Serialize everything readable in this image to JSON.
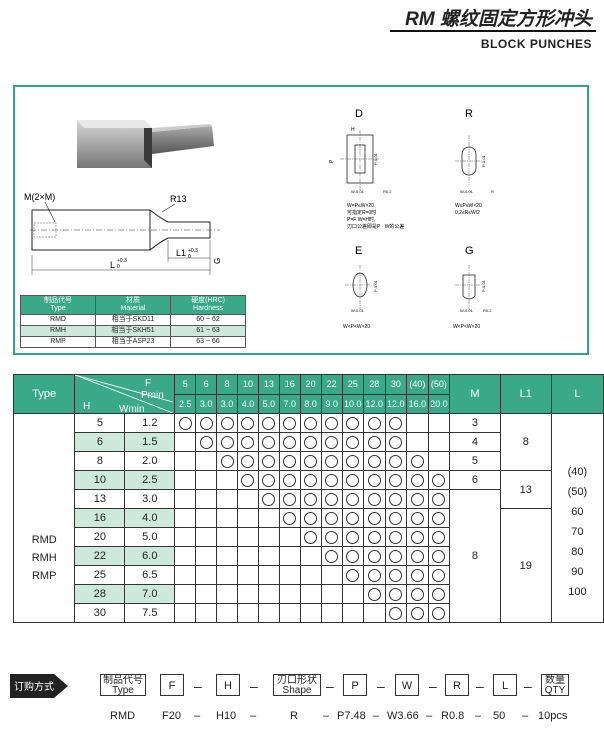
{
  "header": {
    "title": "RM 螺纹固定方形冲头",
    "subtitle": "BLOCK PUNCHES"
  },
  "drawing": {
    "m_label": "M(2×M)",
    "r13": "R13",
    "l1_label": "L1",
    "l1_tol_top": "+0.3",
    "l1_tol_bot": "0",
    "l_label": "L",
    "l_tol_top": "+0.3",
    "l_tol_bot": "0",
    "g_label": "G",
    "shape_d": "D",
    "shape_r": "R",
    "shape_e": "E",
    "shape_g": "G",
    "d_note1": "W=P≤W×20",
    "d_note2": "可指定R=0时",
    "d_note3": "P=F  W=H时,",
    "d_note4": "刃口公差即是P · W的公差",
    "r_note1": "W≤P≤W×20",
    "r_note2": "0.2≤R≤W/2",
    "e_note": "W<P<W×20",
    "g_note": "W<P<W×20",
    "dim_w001": "W-0.01",
    "dim_p001": "P-0.01",
    "dim_r02": "R0.2",
    "dim_h": "H",
    "dim_p": "P",
    "dim_r": "R"
  },
  "material_table": {
    "headers": [
      [
        "制品代号",
        "Type"
      ],
      [
        "材质",
        "Material"
      ],
      [
        "硬度(HRC)",
        "Hardness"
      ]
    ],
    "rows": [
      [
        "RMD",
        "相当于SKD11",
        "60 ~ 62"
      ],
      [
        "RMH",
        "相当于SKH51",
        "61 ~ 63"
      ],
      [
        "RMP",
        "相当于ASP23",
        "63 ~ 66"
      ]
    ]
  },
  "main_table": {
    "type_label": "Type",
    "f_label": "F",
    "pmin_label": "Pmin",
    "h_label": "H",
    "wmin_label": "Wmin",
    "m_label": "M",
    "l1_label": "L1",
    "l_label": "L",
    "f_values": [
      "5",
      "6",
      "8",
      "10",
      "13",
      "16",
      "20",
      "22",
      "25",
      "28",
      "30",
      "(40)",
      "(50)"
    ],
    "pmin_values": [
      "2.5",
      "3.0",
      "3.0",
      "4.0",
      "5.0",
      "7.0",
      "8.0",
      "9.0",
      "10.0",
      "12.0",
      "12.0",
      "16.0",
      "20.0"
    ],
    "types": [
      "RMD",
      "RMH",
      "RMP"
    ],
    "rows": [
      {
        "h": "5",
        "w": "1.2",
        "start": 0,
        "end": 10,
        "green": false
      },
      {
        "h": "6",
        "w": "1.5",
        "start": 1,
        "end": 10,
        "green": true
      },
      {
        "h": "8",
        "w": "2.0",
        "start": 2,
        "end": 11,
        "green": false
      },
      {
        "h": "10",
        "w": "2.5",
        "start": 3,
        "end": 12,
        "green": true
      },
      {
        "h": "13",
        "w": "3.0",
        "start": 4,
        "end": 12,
        "green": false
      },
      {
        "h": "16",
        "w": "4.0",
        "start": 5,
        "end": 12,
        "green": true
      },
      {
        "h": "20",
        "w": "5.0",
        "start": 6,
        "end": 12,
        "green": false
      },
      {
        "h": "22",
        "w": "6.0",
        "start": 7,
        "end": 12,
        "green": true
      },
      {
        "h": "25",
        "w": "6.5",
        "start": 8,
        "end": 12,
        "green": false
      },
      {
        "h": "28",
        "w": "7.0",
        "start": 9,
        "end": 12,
        "green": true
      },
      {
        "h": "30",
        "w": "7.5",
        "start": 10,
        "end": 12,
        "green": false
      }
    ],
    "m_values": [
      "3",
      "4",
      "5",
      "6",
      "8"
    ],
    "l1_values": [
      "8",
      "13",
      "19"
    ],
    "l_values": [
      "(40)",
      "(50)",
      "60",
      "70",
      "80",
      "90",
      "100"
    ]
  },
  "order": {
    "label": "订购方式",
    "type_cn": "制品代号",
    "type_en": "Type",
    "f": "F",
    "h": "H",
    "shape_cn": "刃口形状",
    "shape_en": "Shape",
    "p": "P",
    "w": "W",
    "r": "R",
    "l": "L",
    "qty_cn": "数量",
    "qty_en": "QTY",
    "dash": "–",
    "example": [
      "RMD",
      "F20",
      "H10",
      "R",
      "P7.48",
      "W3.66",
      "R0.8",
      "50",
      "10pcs"
    ]
  },
  "colors": {
    "accent": "#3aa988",
    "light_accent": "#cde9dc",
    "border": "#2fa58a"
  }
}
